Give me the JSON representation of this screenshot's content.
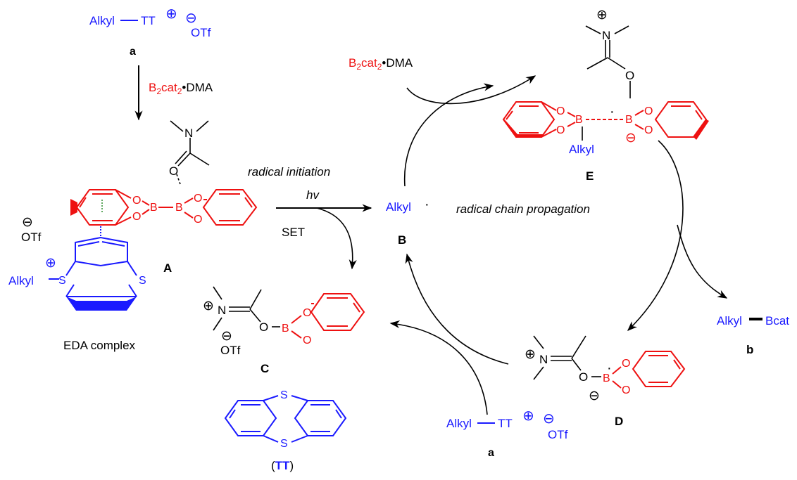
{
  "colors": {
    "blue": "#1a1aff",
    "red": "#ee1111",
    "black": "#000000"
  },
  "top_reagent": {
    "alkyl": "Alkyl",
    "tt": "TT",
    "plus": "⊕",
    "minus": "⊖",
    "otf": "OTf",
    "label": "a"
  },
  "reagent_arrow": {
    "b": "B",
    "sub2": "2",
    "cat": "cat",
    "sub2b": "2",
    "dma": "•DMA"
  },
  "complex_A": {
    "n": "N",
    "o": "O",
    "o1": "O",
    "o2": "O",
    "o3": "O",
    "o4": "O",
    "b1": "B",
    "b2": "B",
    "minus": "⊖",
    "otf": "OTf",
    "plus": "⊕",
    "alkyl": "Alkyl",
    "s1": "S",
    "s2": "S",
    "label": "A",
    "caption": "EDA complex"
  },
  "initiation": {
    "line1": "radical initiation",
    "hv": "hv",
    "set": "SET"
  },
  "radical_B": {
    "text": "Alkyl",
    "dot": "·",
    "label": "B"
  },
  "cycle": {
    "propagation": "radical chain propagation"
  },
  "cycle_reagent": {
    "b": "B",
    "sub2": "2",
    "cat": "cat",
    "sub2b": "2",
    "dma": "•DMA"
  },
  "species_E": {
    "plus": "⊕",
    "n": "N",
    "o": "O",
    "o1": "O",
    "o2": "O",
    "o3": "O",
    "o4": "O",
    "b1": "B",
    "b2": "B",
    "dot": "·",
    "minus": "⊖",
    "alkyl": "Alkyl",
    "label": "E"
  },
  "product_b": {
    "alkyl": "Alkyl",
    "bcat": "Bcat",
    "label": "b"
  },
  "species_D": {
    "plus": "⊕",
    "n": "N",
    "o": "O",
    "o1": "O",
    "o2": "O",
    "b": "B",
    "minus": "⊖",
    "dot": "·",
    "label": "D"
  },
  "bottom_reagent": {
    "alkyl": "Alkyl",
    "tt": "TT",
    "plus": "⊕",
    "minus": "⊖",
    "otf": "OTf",
    "label": "a"
  },
  "species_C": {
    "plus": "⊕",
    "n": "N",
    "o": "O",
    "o1": "O",
    "o2": "O",
    "b": "B",
    "minus": "⊖",
    "otf": "OTf",
    "label": "C"
  },
  "thianthrene": {
    "s1": "S",
    "s2": "S",
    "open": "(",
    "tt": "TT",
    "close": ")"
  }
}
